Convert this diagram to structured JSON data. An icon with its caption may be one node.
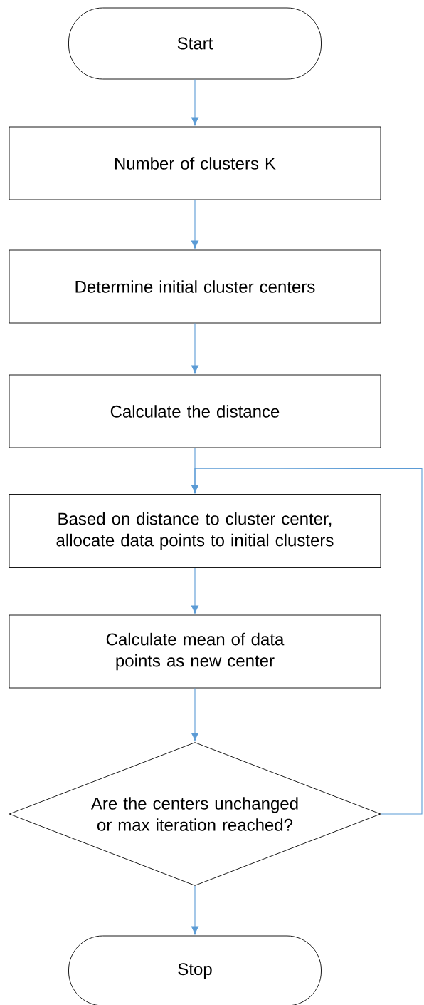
{
  "diagram": {
    "nodes": [
      {
        "text": [
          "Start"
        ]
      },
      {
        "text": [
          "Number of clusters K"
        ]
      },
      {
        "text": [
          "Determine initial cluster centers"
        ]
      },
      {
        "text": [
          "Calculate the distance"
        ]
      },
      {
        "text": [
          "Based on distance to cluster center, allocate data points to initial clusters"
        ]
      },
      {
        "text": [
          "Calculate mean of data points as new center"
        ]
      },
      {
        "text": [
          "Are the centers unchanged or max iteration reached?"
        ]
      },
      {
        "text": [
          "Stop"
        ]
      }
    ],
    "edges": [
      {
        "from": 0,
        "to": 1,
        "arrow": "to"
      },
      {
        "from": 1,
        "to": 2,
        "arrow": "to"
      },
      {
        "from": 2,
        "to": 3,
        "arrow": "to"
      },
      {
        "from": 3,
        "to": 4,
        "arrow": "to"
      },
      {
        "from": 4,
        "to": 5,
        "arrow": "to"
      },
      {
        "from": 5,
        "to": 6,
        "arrow": "to"
      },
      {
        "from": 6,
        "to": 7,
        "arrow": "to"
      },
      {
        "from": 6,
        "to": 4,
        "arrow": "to"
      }
    ]
  }
}
